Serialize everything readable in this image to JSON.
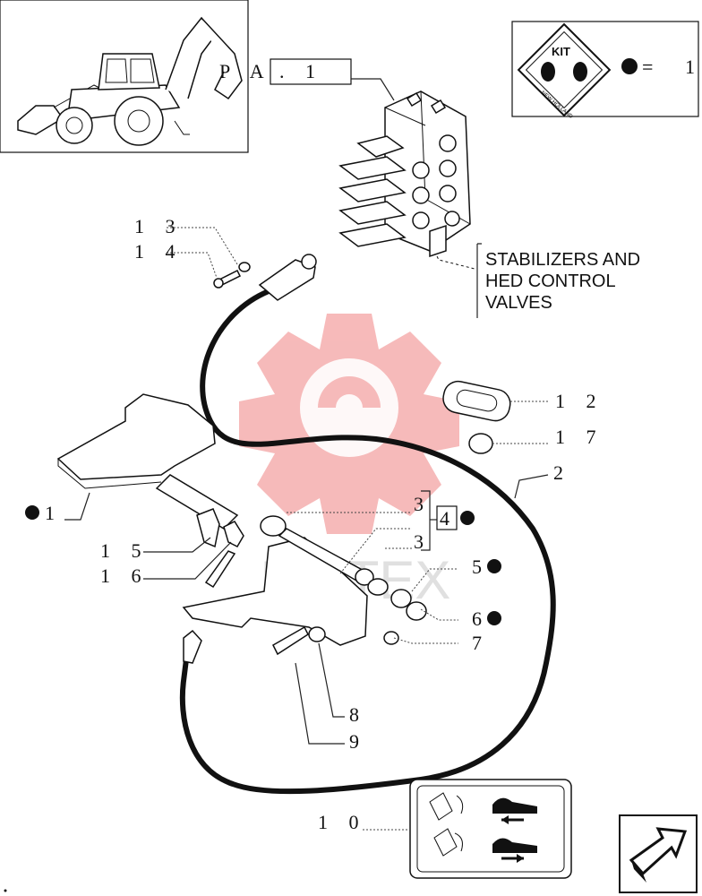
{
  "page_ref": {
    "letters": "P A G",
    "value": ". 1"
  },
  "kit_box": {
    "logo_text": "KIT",
    "brand": "NEW HOLLAND",
    "equals": "=",
    "value": "1"
  },
  "section_caption": [
    "STABILIZERS AND",
    "HED CONTROL",
    "VALVES"
  ],
  "callouts": {
    "c1": "1",
    "c2": "2",
    "c3a": "3",
    "c3b": "3",
    "c4": "4",
    "c5": "5",
    "c6": "6",
    "c7": "7",
    "c8": "8",
    "c9": "9",
    "c10": "1 0",
    "c12": "1 2",
    "c13": "1 3",
    "c14": "1 4",
    "c15": "1 5",
    "c16": "1 6",
    "c17": "1 7"
  },
  "watermark": "IAPTEX",
  "colors": {
    "watermark": "#f4a3a3",
    "ink": "#111111"
  }
}
